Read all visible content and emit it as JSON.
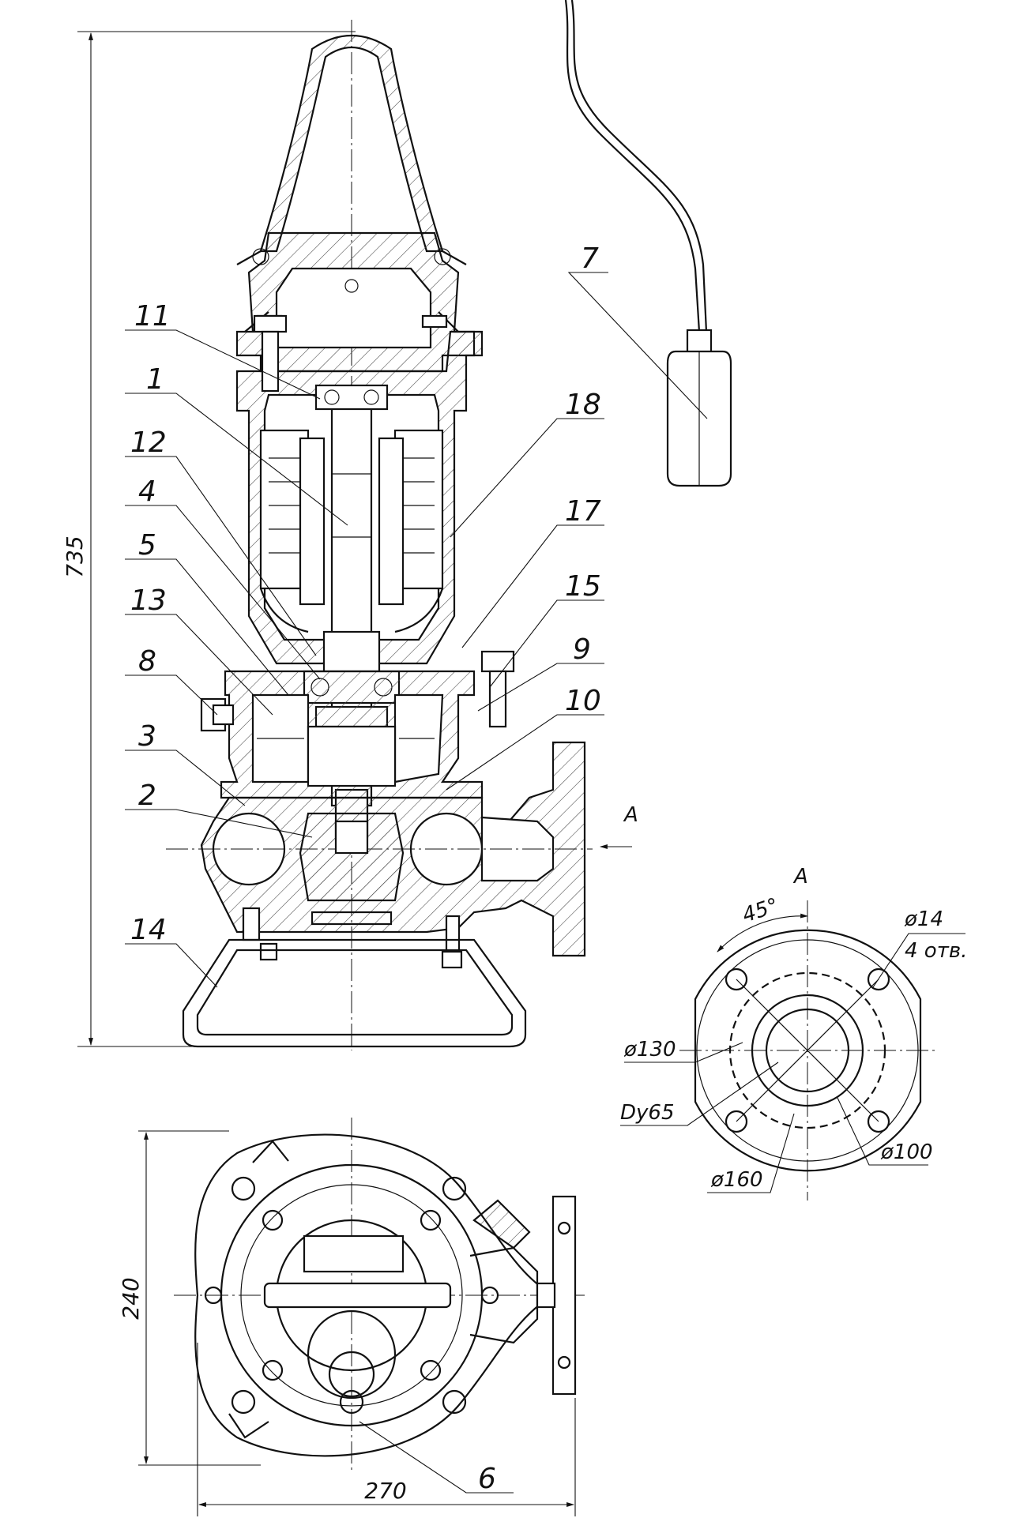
{
  "dimensions": {
    "height_total": "735",
    "top_view_height": "240",
    "top_view_width": "270"
  },
  "callouts": [
    "11",
    "1",
    "12",
    "4",
    "5",
    "13",
    "8",
    "3",
    "2",
    "14",
    "7",
    "18",
    "17",
    "15",
    "9",
    "10",
    "6"
  ],
  "section_marks": {
    "arrow_label": "A",
    "view_label": "A"
  },
  "flange_view": {
    "angle": "45°",
    "hole_diameter": "ø14",
    "hole_count": "4 отв.",
    "d_130": "ø130",
    "d_nominal": "Dy65",
    "d_160": "ø160",
    "d_100": "ø100"
  }
}
